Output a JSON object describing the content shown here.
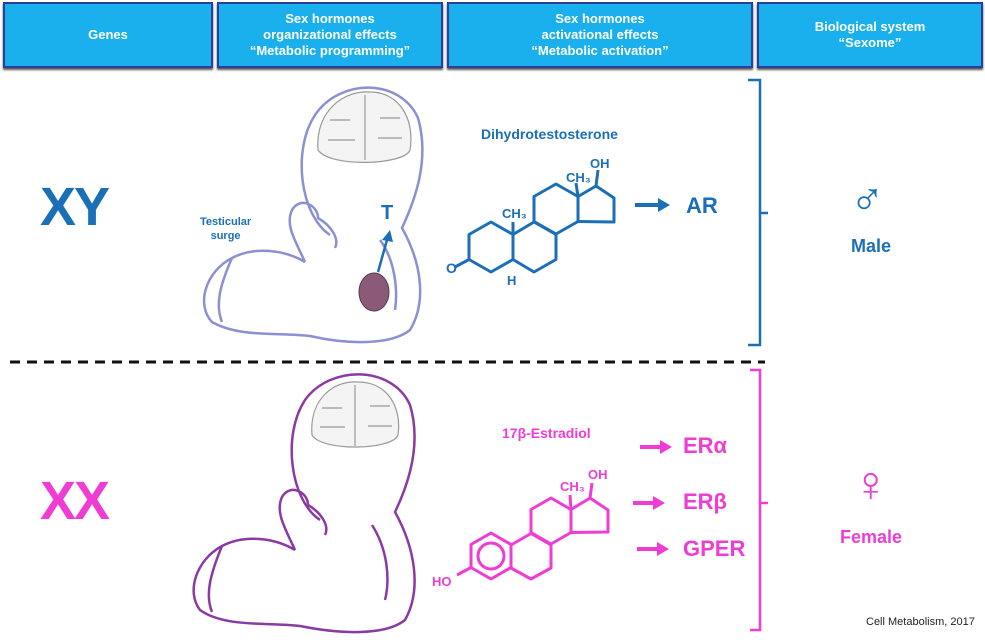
{
  "header": [
    {
      "lines": [
        "Genes"
      ]
    },
    {
      "lines": [
        "Sex hormones",
        "organizational effects",
        "“Metabolic programming”"
      ]
    },
    {
      "lines": [
        "Sex hormones",
        "activational effects",
        "“Metabolic activation”"
      ]
    },
    {
      "lines": [
        "Biological system",
        "“Sexome”"
      ]
    }
  ],
  "male": {
    "genotype": "XY",
    "surge_label_1": "Testicular",
    "surge_label_2": "surge",
    "hormone_symbol": "T",
    "hormone": "Dihydrotestosterone",
    "oh": "OH",
    "ch3": "CH₃",
    "ch3b": "CH₃",
    "h": "H",
    "o": "O",
    "receptor": "AR",
    "sex_symbol": "♂",
    "sex": "Male"
  },
  "female": {
    "genotype": "XX",
    "hormone": "17β-Estradiol",
    "oh": "OH",
    "ch3": "CH₃",
    "ho": "HO",
    "receptors": [
      "ERα",
      "ERβ",
      "GPER"
    ],
    "sex_symbol": "♀",
    "sex": "Female"
  },
  "credit": "Cell Metabolism, 2017",
  "colors": {
    "male": "#1b6fb6",
    "female": "#ee3cd4",
    "header": "#1ab0ee"
  }
}
